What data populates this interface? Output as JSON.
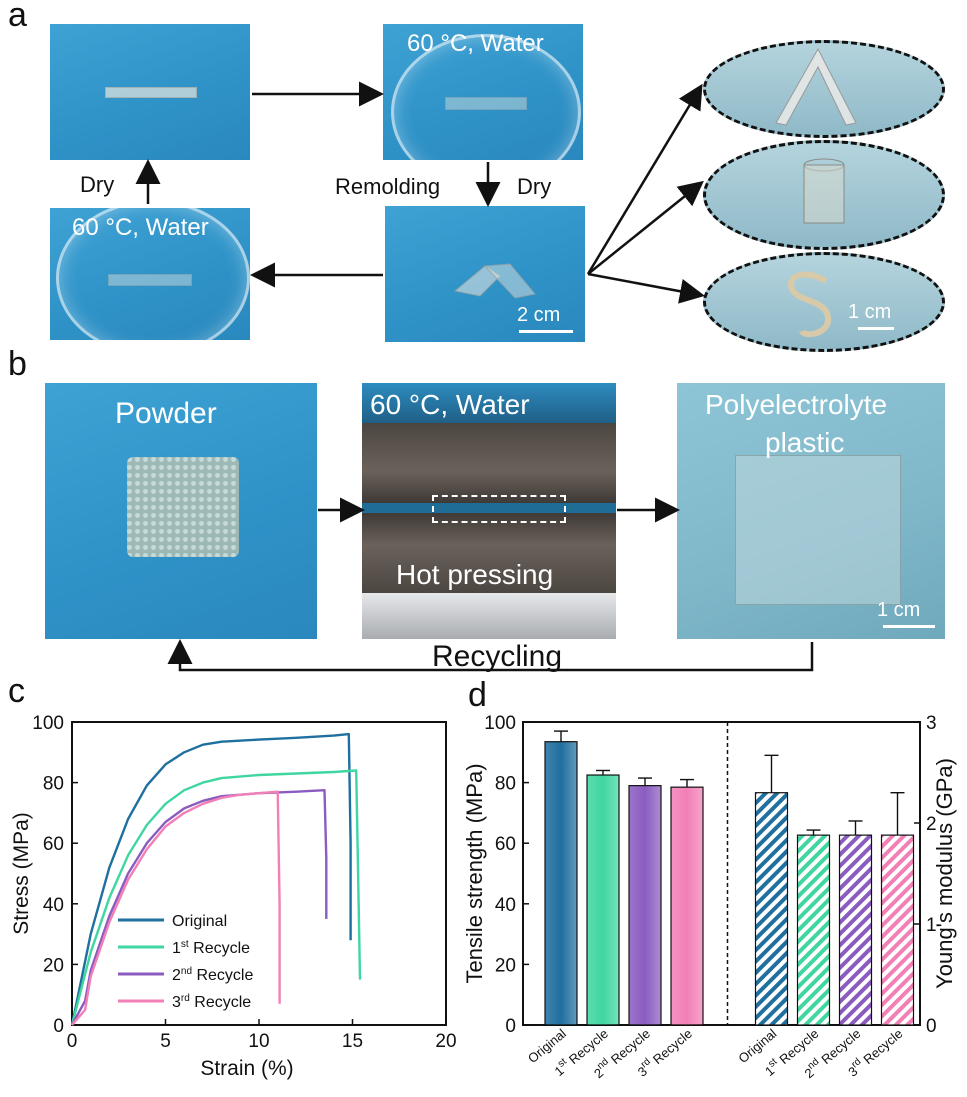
{
  "panels": {
    "a": "a",
    "b": "b",
    "c": "c",
    "d": "d"
  },
  "panel_a": {
    "water_label_top": "60 °C, Water",
    "water_label_left": "60 °C, Water",
    "dry_left": "Dry",
    "remolding": "Remolding",
    "dry_mid": "Dry",
    "scale_2cm": "2 cm",
    "scale_1cm": "1 cm"
  },
  "panel_b": {
    "powder": "Powder",
    "water": "60 °C, Water",
    "hot_pressing": "Hot pressing",
    "plastic_line1": "Polyelectrolyte",
    "plastic_line2": "plastic",
    "scale_1cm": "1 cm",
    "recycling": "Recycling"
  },
  "colors": {
    "original": "#1f6f9f",
    "recycle1": "#3fd6a0",
    "recycle2": "#8a5cc0",
    "recycle3": "#f27fb6"
  },
  "chart_data": [
    {
      "type": "line",
      "xlabel": "Strain (%)",
      "ylabel": "Stress (MPa)",
      "xlim": [
        0,
        20
      ],
      "ylim": [
        0,
        100
      ],
      "xticks": [
        "0",
        "5",
        "10",
        "15",
        "20"
      ],
      "yticks": [
        "0",
        "20",
        "40",
        "60",
        "80",
        "100"
      ],
      "legend_position": "bottom-left",
      "series": [
        {
          "name": "Original",
          "sup": "",
          "suffix": "",
          "color": "#1f6f9f",
          "x": [
            0,
            1,
            2,
            3,
            4,
            5,
            6,
            7,
            8,
            10,
            12,
            14,
            14.8,
            14.9,
            14.9
          ],
          "y": [
            0,
            30,
            52,
            68,
            79,
            86,
            90,
            92.5,
            93.5,
            94.2,
            94.8,
            95.5,
            96,
            60,
            28
          ]
        },
        {
          "name": "1",
          "sup": "st",
          "suffix": " Recycle",
          "color": "#3fd6a0",
          "x": [
            0,
            1,
            2,
            3,
            4,
            5,
            6,
            7,
            8,
            10,
            12,
            14,
            15.2,
            15.3,
            15.4
          ],
          "y": [
            0,
            24,
            42,
            56,
            66,
            73,
            77.5,
            80,
            81.5,
            82.5,
            83,
            83.5,
            84,
            50,
            15
          ]
        },
        {
          "name": "2",
          "sup": "nd",
          "suffix": " Recycle",
          "color": "#8a5cc0",
          "x": [
            0,
            0.7,
            1,
            2,
            3,
            4,
            5,
            6,
            7,
            8,
            10,
            12,
            13.5,
            13.6,
            13.6
          ],
          "y": [
            0,
            8,
            18,
            36,
            50,
            60,
            67,
            71.5,
            74,
            75.5,
            76.5,
            77,
            77.5,
            55,
            35
          ]
        },
        {
          "name": "3",
          "sup": "rd",
          "suffix": " Recycle",
          "color": "#f27fb6",
          "x": [
            0,
            0.7,
            1,
            2,
            3,
            4,
            5,
            6,
            7,
            8,
            9,
            10,
            11,
            11.1,
            11.1
          ],
          "y": [
            0,
            5,
            16,
            34,
            48,
            58,
            65.5,
            70,
            73,
            75,
            76,
            76.5,
            77,
            40,
            7
          ]
        }
      ]
    },
    {
      "type": "bar",
      "ylabel_left": "Tensile strength (MPa)",
      "ylabel_right": "Young's modulus (GPa)",
      "ylim_left": [
        0,
        100
      ],
      "ylim_right": [
        0,
        3
      ],
      "yticks_left": [
        "0",
        "20",
        "40",
        "60",
        "80",
        "100"
      ],
      "yticks_right": [
        "0",
        "1",
        "2",
        "3"
      ],
      "categories": [
        {
          "name": "Original",
          "sup": "",
          "suffix": ""
        },
        {
          "name": "1",
          "sup": "st",
          "suffix": " Recycle"
        },
        {
          "name": "2",
          "sup": "nd",
          "suffix": " Recycle"
        },
        {
          "name": "3",
          "sup": "rd",
          "suffix": " Recycle"
        }
      ],
      "series": [
        {
          "name": "Tensile strength",
          "axis": "left",
          "style": "solid",
          "values": [
            93.5,
            82.5,
            79,
            78.5
          ],
          "errors": [
            3.5,
            1.5,
            2.5,
            2.5
          ]
        },
        {
          "name": "Young's modulus",
          "axis": "right",
          "style": "hatched",
          "values": [
            2.3,
            1.88,
            1.88,
            1.88
          ],
          "errors": [
            0.37,
            0.05,
            0.14,
            0.42
          ]
        }
      ]
    }
  ]
}
